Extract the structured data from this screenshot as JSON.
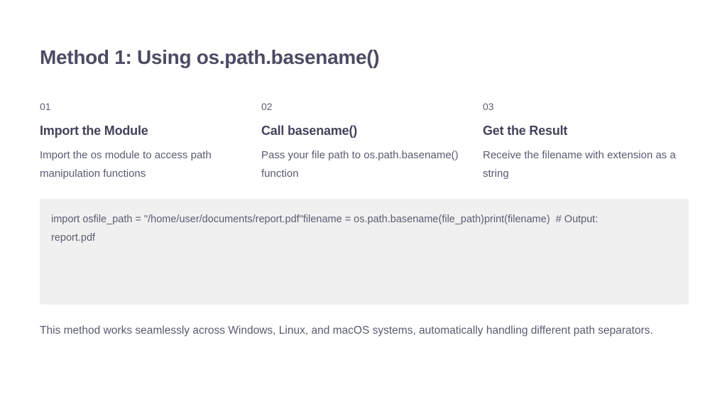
{
  "slide": {
    "title": "Method 1: Using os.path.basename()",
    "steps": [
      {
        "number": "01",
        "heading": "Import the Module",
        "description": "Import the os module to access path manipulation functions"
      },
      {
        "number": "02",
        "heading": "Call basename()",
        "description": "Pass your file path to os.path.basename() function"
      },
      {
        "number": "03",
        "heading": "Get the Result",
        "description": "Receive the filename with extension as a string"
      }
    ],
    "code": {
      "lines": [
        "import osfile_path = \"/home/user/documents/report.pdf\"filename = os.path.basename(file_path)print(filename)  # Output:",
        "report.pdf"
      ]
    },
    "footer": "This method works seamlessly across Windows, Linux, and macOS systems, automatically handling different path separators."
  },
  "colors": {
    "title_text": "#4b4c63",
    "heading_text": "#42435a",
    "body_text": "#575c6f",
    "code_text": "#5a5e6e",
    "code_background": "#f0f0f1",
    "page_background": "#ffffff"
  }
}
